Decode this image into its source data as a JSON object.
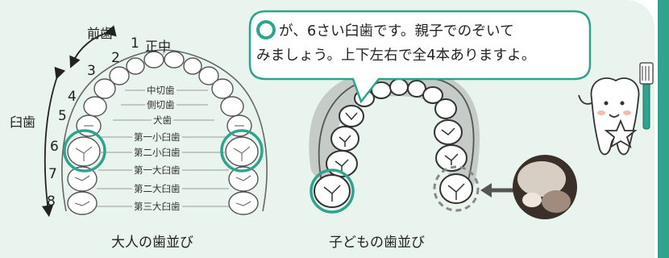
{
  "header_labels": {
    "front_teeth": "前歯",
    "molars": "臼歯"
  },
  "numbers": [
    "1",
    "2",
    "3",
    "4",
    "5",
    "6",
    "7",
    "8"
  ],
  "center_label": "正中",
  "tooth_names": [
    "中切歯",
    "側切歯",
    "犬歯",
    "第一小臼歯",
    "第二小臼歯",
    "第一大臼歯",
    "第二大臼歯",
    "第三大臼歯"
  ],
  "captions": {
    "adult": "大人の歯並び",
    "child": "子どもの歯並び"
  },
  "bubble": {
    "line1": "が、6さい臼歯です。親子でのぞいて",
    "line2": "みましょう。上下左右で全4本ありますよ。"
  },
  "colors": {
    "accent": "#2fa38d",
    "panel": "#eaf4ee"
  }
}
